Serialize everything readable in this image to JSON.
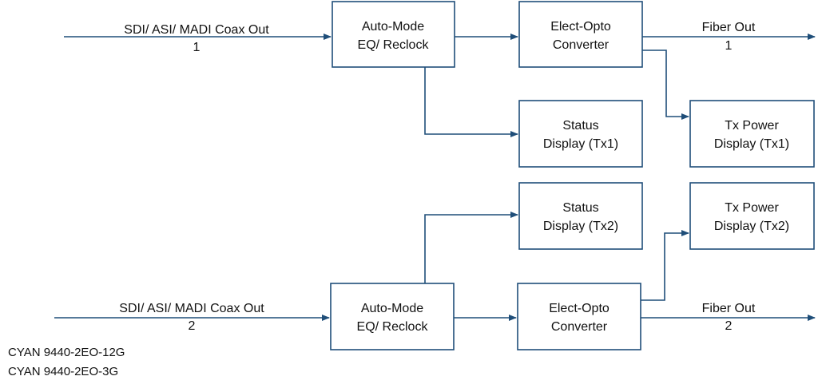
{
  "colors": {
    "line": "#1f4e79",
    "text": "#111111",
    "background": "#ffffff"
  },
  "channel1": {
    "input_label": "SDI/ ASI/ MADI Coax Out",
    "input_number": "1",
    "eq_box": [
      "Auto-Mode",
      "EQ/ Reclock"
    ],
    "converter_box": [
      "Elect-Opto",
      "Converter"
    ],
    "status_box": [
      "Status",
      "Display (Tx1)"
    ],
    "power_box": [
      "Tx Power",
      "Display (Tx1)"
    ],
    "output_label": "Fiber Out",
    "output_number": "1"
  },
  "channel2": {
    "input_label": "SDI/ ASI/ MADI Coax Out",
    "input_number": "2",
    "eq_box": [
      "Auto-Mode",
      "EQ/ Reclock"
    ],
    "converter_box": [
      "Elect-Opto",
      "Converter"
    ],
    "status_box": [
      "Status",
      "Display (Tx2)"
    ],
    "power_box": [
      "Tx Power",
      "Display (Tx2)"
    ],
    "output_label": "Fiber Out",
    "output_number": "2"
  },
  "models": [
    "CYAN 9440-2EO-12G",
    "CYAN 9440-2EO-3G"
  ]
}
